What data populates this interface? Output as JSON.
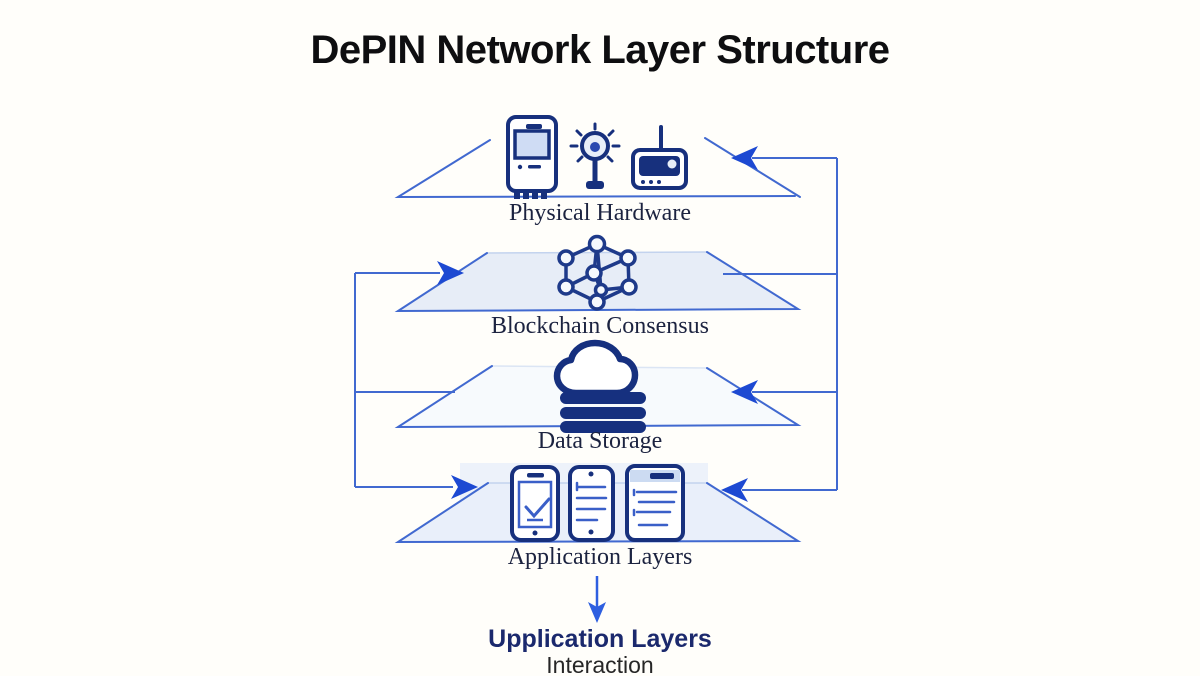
{
  "title": "DePIN Network Layer Structure",
  "layers": [
    {
      "id": "physical-hardware",
      "label": "Physical Hardware",
      "icons": [
        "smart-meter-icon",
        "iot-sensor-icon",
        "wifi-router-icon"
      ]
    },
    {
      "id": "blockchain-consensus",
      "label": "Blockchain Consensus",
      "icons": [
        "network-graph-icon"
      ]
    },
    {
      "id": "data-storage",
      "label": "Data Storage",
      "icons": [
        "cloud-database-icon"
      ]
    },
    {
      "id": "application-layers",
      "label": "Application Layers",
      "icons": [
        "phone-check-icon",
        "phone-list-icon",
        "tablet-list-icon"
      ]
    }
  ],
  "footer": {
    "title": "Upplication Layers",
    "subtitle": "Interaction",
    "icon": "down-arrow-icon"
  },
  "colors": {
    "background": "#fffefa",
    "line_blue": "#4169d0",
    "arrowhead_blue": "#1d49d2",
    "icon_navy": "#17307d",
    "screen_light_blue": "#cfdcf4",
    "layer_fill": "#e7edf7",
    "title_black": "#0e0e10",
    "label_navy": "#1c2340",
    "footer_navy": "#1b296d"
  }
}
